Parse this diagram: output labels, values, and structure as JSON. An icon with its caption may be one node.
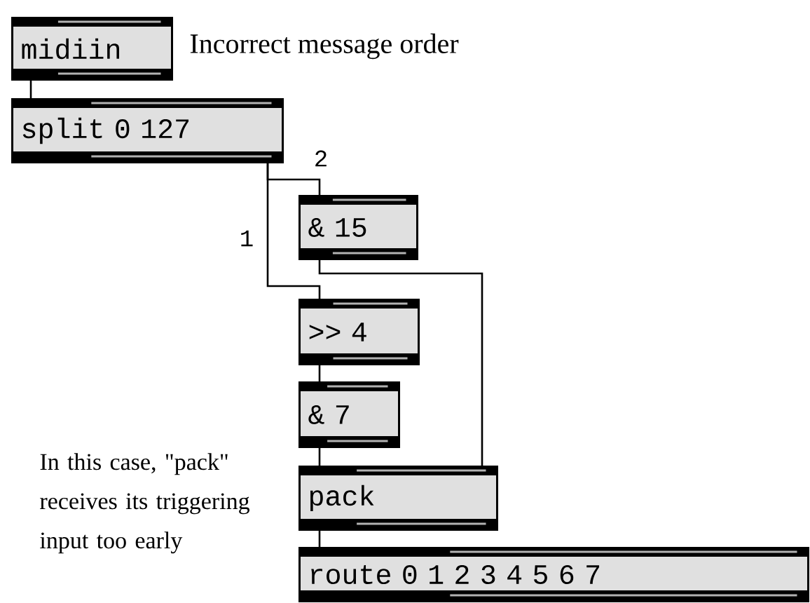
{
  "diagram": {
    "nodes": [
      {
        "text": [
          "midiin"
        ]
      },
      {
        "text": [
          "split 0 127"
        ]
      },
      {
        "text": [
          "& 15"
        ]
      },
      {
        "text": [
          ">> 4"
        ]
      },
      {
        "text": [
          "& 7"
        ]
      },
      {
        "text": [
          "pack"
        ]
      },
      {
        "text": [
          "route 0 1 2 3 4 5 6 7"
        ]
      }
    ],
    "edges": [
      {
        "from": 0,
        "to": 1,
        "arrow": "none"
      },
      {
        "from": 1,
        "to": 2,
        "arrow": "none",
        "label": "2"
      },
      {
        "from": 1,
        "to": 3,
        "arrow": "none",
        "label": "1"
      },
      {
        "from": 2,
        "to": 5,
        "arrow": "none"
      },
      {
        "from": 3,
        "to": 4,
        "arrow": "none"
      },
      {
        "from": 4,
        "to": 5,
        "arrow": "none"
      },
      {
        "from": 5,
        "to": 6,
        "arrow": "none"
      }
    ],
    "labels": [
      "Incorrect message order",
      "In this case, \"pack\" receives its triggering input too early"
    ]
  }
}
